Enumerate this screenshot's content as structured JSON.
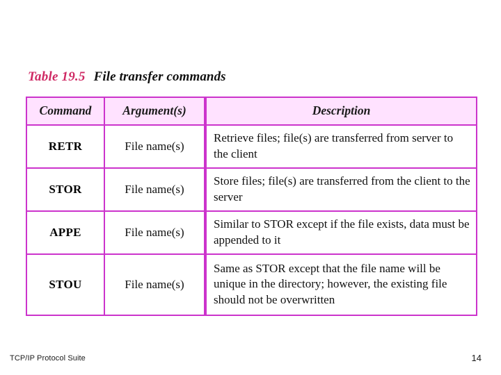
{
  "slide": {
    "background_color": "#ffffff",
    "title": {
      "label": "Table 19.5",
      "label_color": "#cf2a64",
      "text": "File transfer commands",
      "text_color": "#111111"
    }
  },
  "table": {
    "border_color": "#cc33cc",
    "header_background": "#ffe2ff",
    "headers": [
      "Command",
      "Argument(s)",
      "Description"
    ],
    "rows": [
      {
        "command": "RETR",
        "argument": "File name(s)",
        "description": "Retrieve files; file(s) are transferred from server to the client"
      },
      {
        "command": "STOR",
        "argument": "File name(s)",
        "description": "Store files; file(s) are transferred from the client to the server"
      },
      {
        "command": "APPE",
        "argument": "File name(s)",
        "description": "Similar to STOR except if the file exists, data must be appended to it"
      },
      {
        "command": "STOU",
        "argument": "File name(s)",
        "description": "Same as STOR except that the file name will be unique in the directory; however, the existing file should not be overwritten"
      }
    ]
  },
  "footer": {
    "left_text": "TCP/IP Protocol Suite",
    "page_number": "14"
  }
}
